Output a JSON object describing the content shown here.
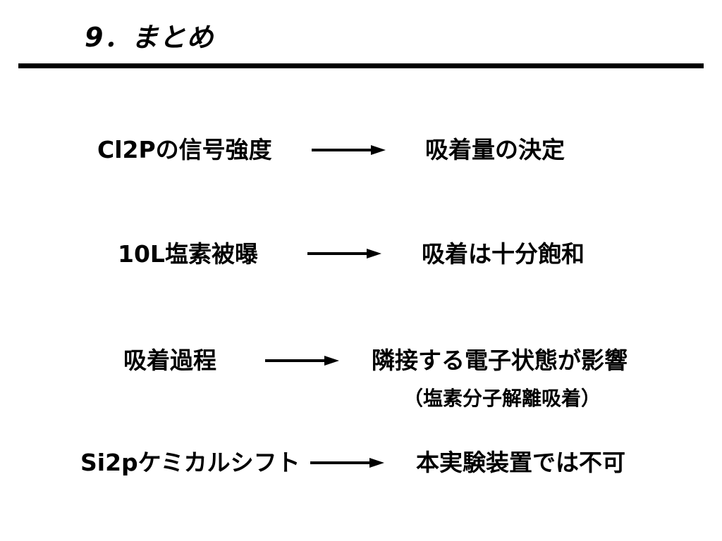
{
  "title": "9．まとめ",
  "rows": [
    {
      "cause": "Cl2Pの信号強度",
      "result": "吸着量の決定",
      "note": ""
    },
    {
      "cause": "10L塩素被曝",
      "result": "吸着は十分飽和",
      "note": ""
    },
    {
      "cause": "吸着過程",
      "result": "隣接する電子状態が影響",
      "note": "（塩素分子解離吸着）"
    },
    {
      "cause": "Si2pケミカルシフト",
      "result": "本実験装置では不可",
      "note": ""
    }
  ],
  "icons": {
    "arrow": "right-arrow-icon"
  }
}
